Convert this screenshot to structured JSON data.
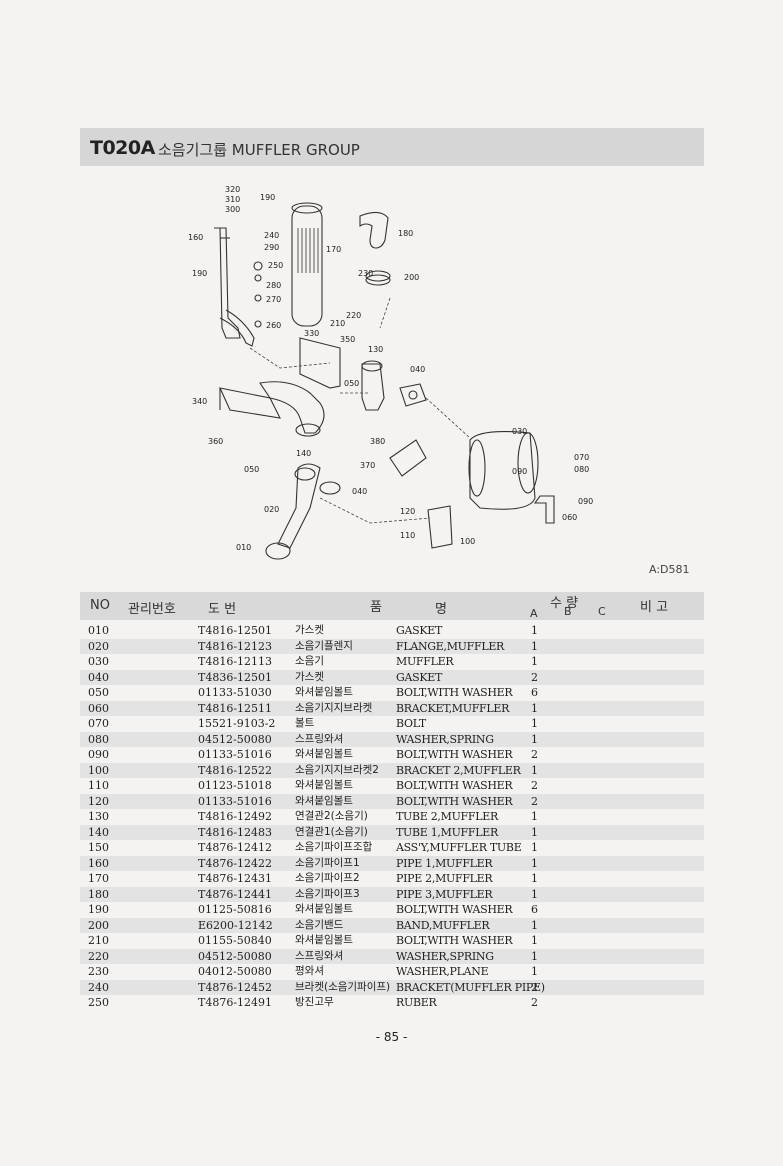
{
  "section": {
    "code": "T020A",
    "title": "소음기그룹  MUFFLER GROUP"
  },
  "diagram": {
    "reference": "A:D581",
    "callouts": [
      "320",
      "310",
      "190",
      "300",
      "240",
      "290",
      "170",
      "180",
      "160",
      "250",
      "200",
      "230",
      "190",
      "280",
      "270",
      "220",
      "260",
      "210",
      "330",
      "350",
      "130",
      "040",
      "050",
      "340",
      "030",
      "360",
      "380",
      "070",
      "080",
      "370",
      "140",
      "090",
      "050",
      "040",
      "090",
      "060",
      "120",
      "020",
      "110",
      "100",
      "010"
    ]
  },
  "table": {
    "headers": {
      "no": "NO",
      "mgmt": "관리번호",
      "drawing": "도    번",
      "item": "품",
      "name": "명",
      "qty": "수 량",
      "qty_a": "A",
      "qty_b": "B",
      "qty_c": "C",
      "remarks": "비 고"
    },
    "rows": [
      {
        "no": "010",
        "part": "T4816-12501",
        "kor": "가스켓",
        "name": "GASKET",
        "qty": "1"
      },
      {
        "no": "020",
        "part": "T4816-12123",
        "kor": "소음기플렌지",
        "name": "FLANGE,MUFFLER",
        "qty": "1"
      },
      {
        "no": "030",
        "part": "T4816-12113",
        "kor": "소음기",
        "name": "MUFFLER",
        "qty": "1"
      },
      {
        "no": "040",
        "part": "T4836-12501",
        "kor": "가스켓",
        "name": "GASKET",
        "qty": "2"
      },
      {
        "no": "050",
        "part": "01133-51030",
        "kor": "와셔붙임볼트",
        "name": "BOLT,WITH WASHER",
        "qty": "6"
      },
      {
        "no": "060",
        "part": "T4816-12511",
        "kor": "소음기지지브라켓",
        "name": "BRACKET,MUFFLER",
        "qty": "1"
      },
      {
        "no": "070",
        "part": "15521-9103-2",
        "kor": "볼트",
        "name": "BOLT",
        "qty": "1"
      },
      {
        "no": "080",
        "part": "04512-50080",
        "kor": "스프링와셔",
        "name": "WASHER,SPRING",
        "qty": "1"
      },
      {
        "no": "090",
        "part": "01133-51016",
        "kor": "와셔붙임볼트",
        "name": "BOLT,WITH WASHER",
        "qty": "2"
      },
      {
        "no": "100",
        "part": "T4816-12522",
        "kor": "소음기지지브라켓2",
        "name": "BRACKET 2,MUFFLER",
        "qty": "1"
      },
      {
        "no": "110",
        "part": "01123-51018",
        "kor": "와셔붙임볼트",
        "name": "BOLT,WITH WASHER",
        "qty": "2"
      },
      {
        "no": "120",
        "part": "01133-51016",
        "kor": "와셔붙임볼트",
        "name": "BOLT,WITH WASHER",
        "qty": "2"
      },
      {
        "no": "130",
        "part": "T4816-12492",
        "kor": "연결관2(소음기)",
        "name": "TUBE 2,MUFFLER",
        "qty": "1"
      },
      {
        "no": "140",
        "part": "T4816-12483",
        "kor": "연결관1(소음기)",
        "name": "TUBE 1,MUFFLER",
        "qty": "1"
      },
      {
        "no": "150",
        "part": "T4876-12412",
        "kor": "소음기파이프조합",
        "name": "ASS'Y,MUFFLER TUBE",
        "qty": "1"
      },
      {
        "no": "160",
        "part": "T4876-12422",
        "kor": "소음기파이프1",
        "name": "PIPE 1,MUFFLER",
        "qty": "1"
      },
      {
        "no": "170",
        "part": "T4876-12431",
        "kor": "소음기파이프2",
        "name": "PIPE 2,MUFFLER",
        "qty": "1"
      },
      {
        "no": "180",
        "part": "T4876-12441",
        "kor": "소음기파이프3",
        "name": "PIPE 3,MUFFLER",
        "qty": "1"
      },
      {
        "no": "190",
        "part": "01125-50816",
        "kor": "와셔붙임볼트",
        "name": "BOLT,WITH WASHER",
        "qty": "6"
      },
      {
        "no": "200",
        "part": "E6200-12142",
        "kor": "소음기밴드",
        "name": "BAND,MUFFLER",
        "qty": "1"
      },
      {
        "no": "210",
        "part": "01155-50840",
        "kor": "와셔붙임볼트",
        "name": "BOLT,WITH WASHER",
        "qty": "1"
      },
      {
        "no": "220",
        "part": "04512-50080",
        "kor": "스프링와셔",
        "name": "WASHER,SPRING",
        "qty": "1"
      },
      {
        "no": "230",
        "part": "04012-50080",
        "kor": "평와셔",
        "name": "WASHER,PLANE",
        "qty": "1"
      },
      {
        "no": "240",
        "part": "T4876-12452",
        "kor": "브라켓(소음기파이프)",
        "name": "BRACKET(MUFFLER PIPE)",
        "qty": "2"
      },
      {
        "no": "250",
        "part": "T4876-12491",
        "kor": "방진고무",
        "name": "RUBER",
        "qty": "2"
      }
    ]
  },
  "page_number": "- 85 -"
}
